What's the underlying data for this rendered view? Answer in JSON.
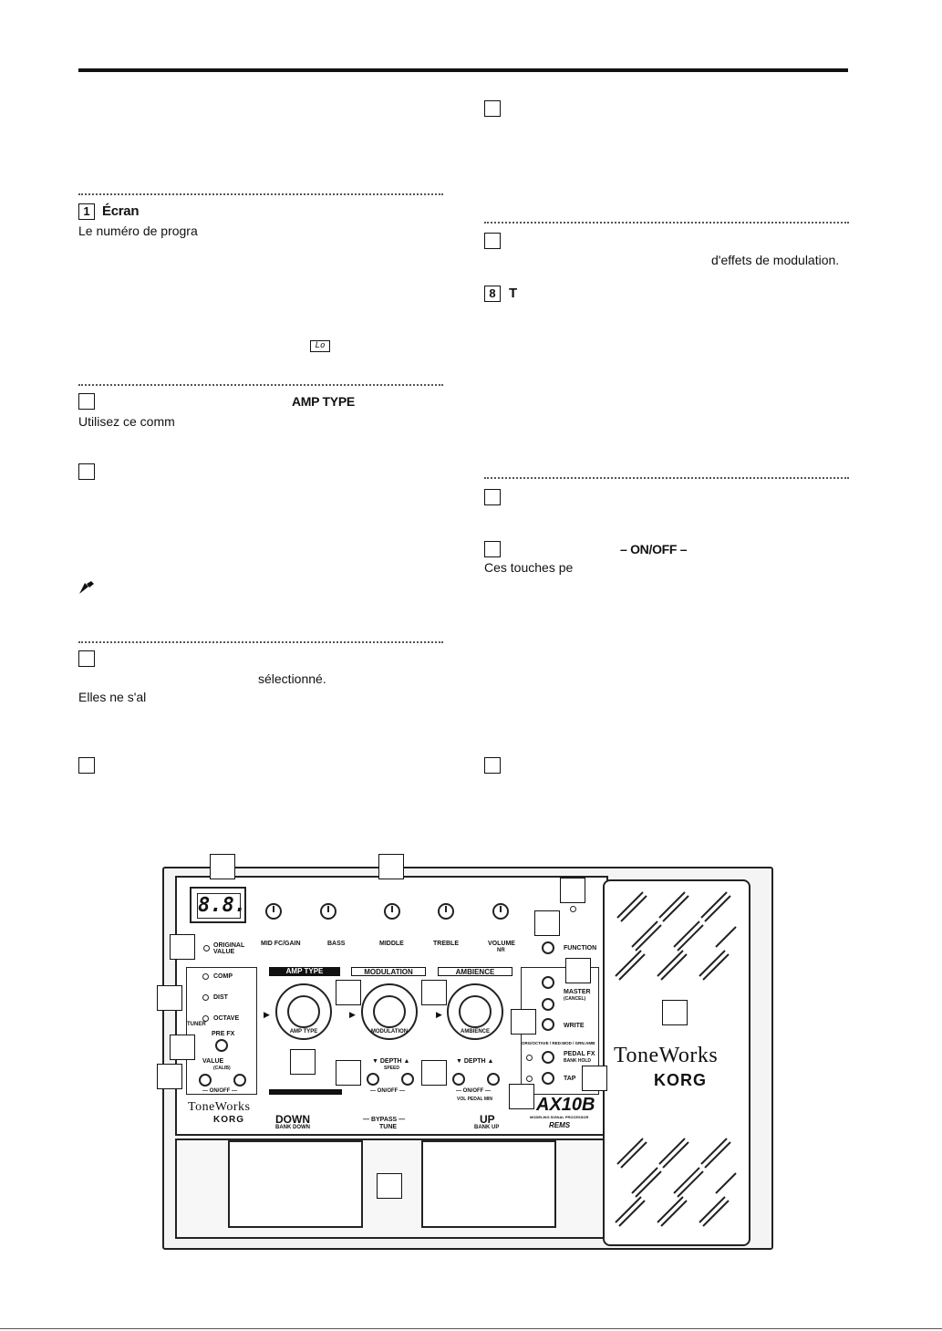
{
  "left_column": {
    "sec1_num": "1",
    "sec1_title": "Écran",
    "sec1_text": "Le numéro de progra",
    "lcd_symbol": "Lo",
    "sec2_title": "AMP TYPE",
    "sec2_text": "Utilisez ce comm",
    "sec4_text_a": "sélectionné.",
    "sec4_text_b": "Elles ne s'al"
  },
  "right_column": {
    "sec_a_text": "d'effets de modulation.",
    "sec8_num": "8",
    "sec8_title": "T",
    "sec_b_title": "– ON/OFF –",
    "sec_b_text": "Ces touches pe"
  },
  "device": {
    "display": "8.8.",
    "knobs": [
      "MID FC/GAIN",
      "BASS",
      "MIDDLE",
      "TREBLE",
      "VOLUME"
    ],
    "volume_sub": "NR",
    "original_value": [
      "ORIGINAL",
      "VALUE"
    ],
    "pre_fx": [
      "COMP",
      "DIST",
      "OCTAVE"
    ],
    "tuner": "TUNER",
    "pre_fx_label": "PRE FX",
    "value_label": "VALUE",
    "calib": "(CALIB)",
    "on_off": "— ON/OFF —",
    "amp_type": "AMP TYPE",
    "modulation": "MODULATION",
    "ambience": "AMBIENCE",
    "depth_speed": "▼ DEPTH ▲",
    "speed": "SPEED",
    "depth": "▼ DEPTH ▲",
    "vol_pedal_min": "VOL PEDAL MIN",
    "function": "FUNCTION",
    "master": "MASTER",
    "cancel": "(CANCEL)",
    "write": "WRITE",
    "mode_line": "ORG/OCTAVE / RED:MOD / GRN:AMB",
    "pedal_fx": "PEDAL FX",
    "bank_hold": "BANK HOLD",
    "tap": "TAP",
    "toneworks": "ToneWorks",
    "korg": "KORG",
    "down": "DOWN",
    "bank_down": "BANK DOWN",
    "bypass": "— BYPASS —",
    "tune": "TUNE",
    "up": "UP",
    "bank_up": "BANK UP",
    "model": "AX10B",
    "model_sub": "MODELING SIGNAL PROCESSOR",
    "rems": "REMS",
    "amp_dial": "AMP TYPE",
    "mod_dial": "MODULATION",
    "amb_dial": "AMBIENCE"
  }
}
